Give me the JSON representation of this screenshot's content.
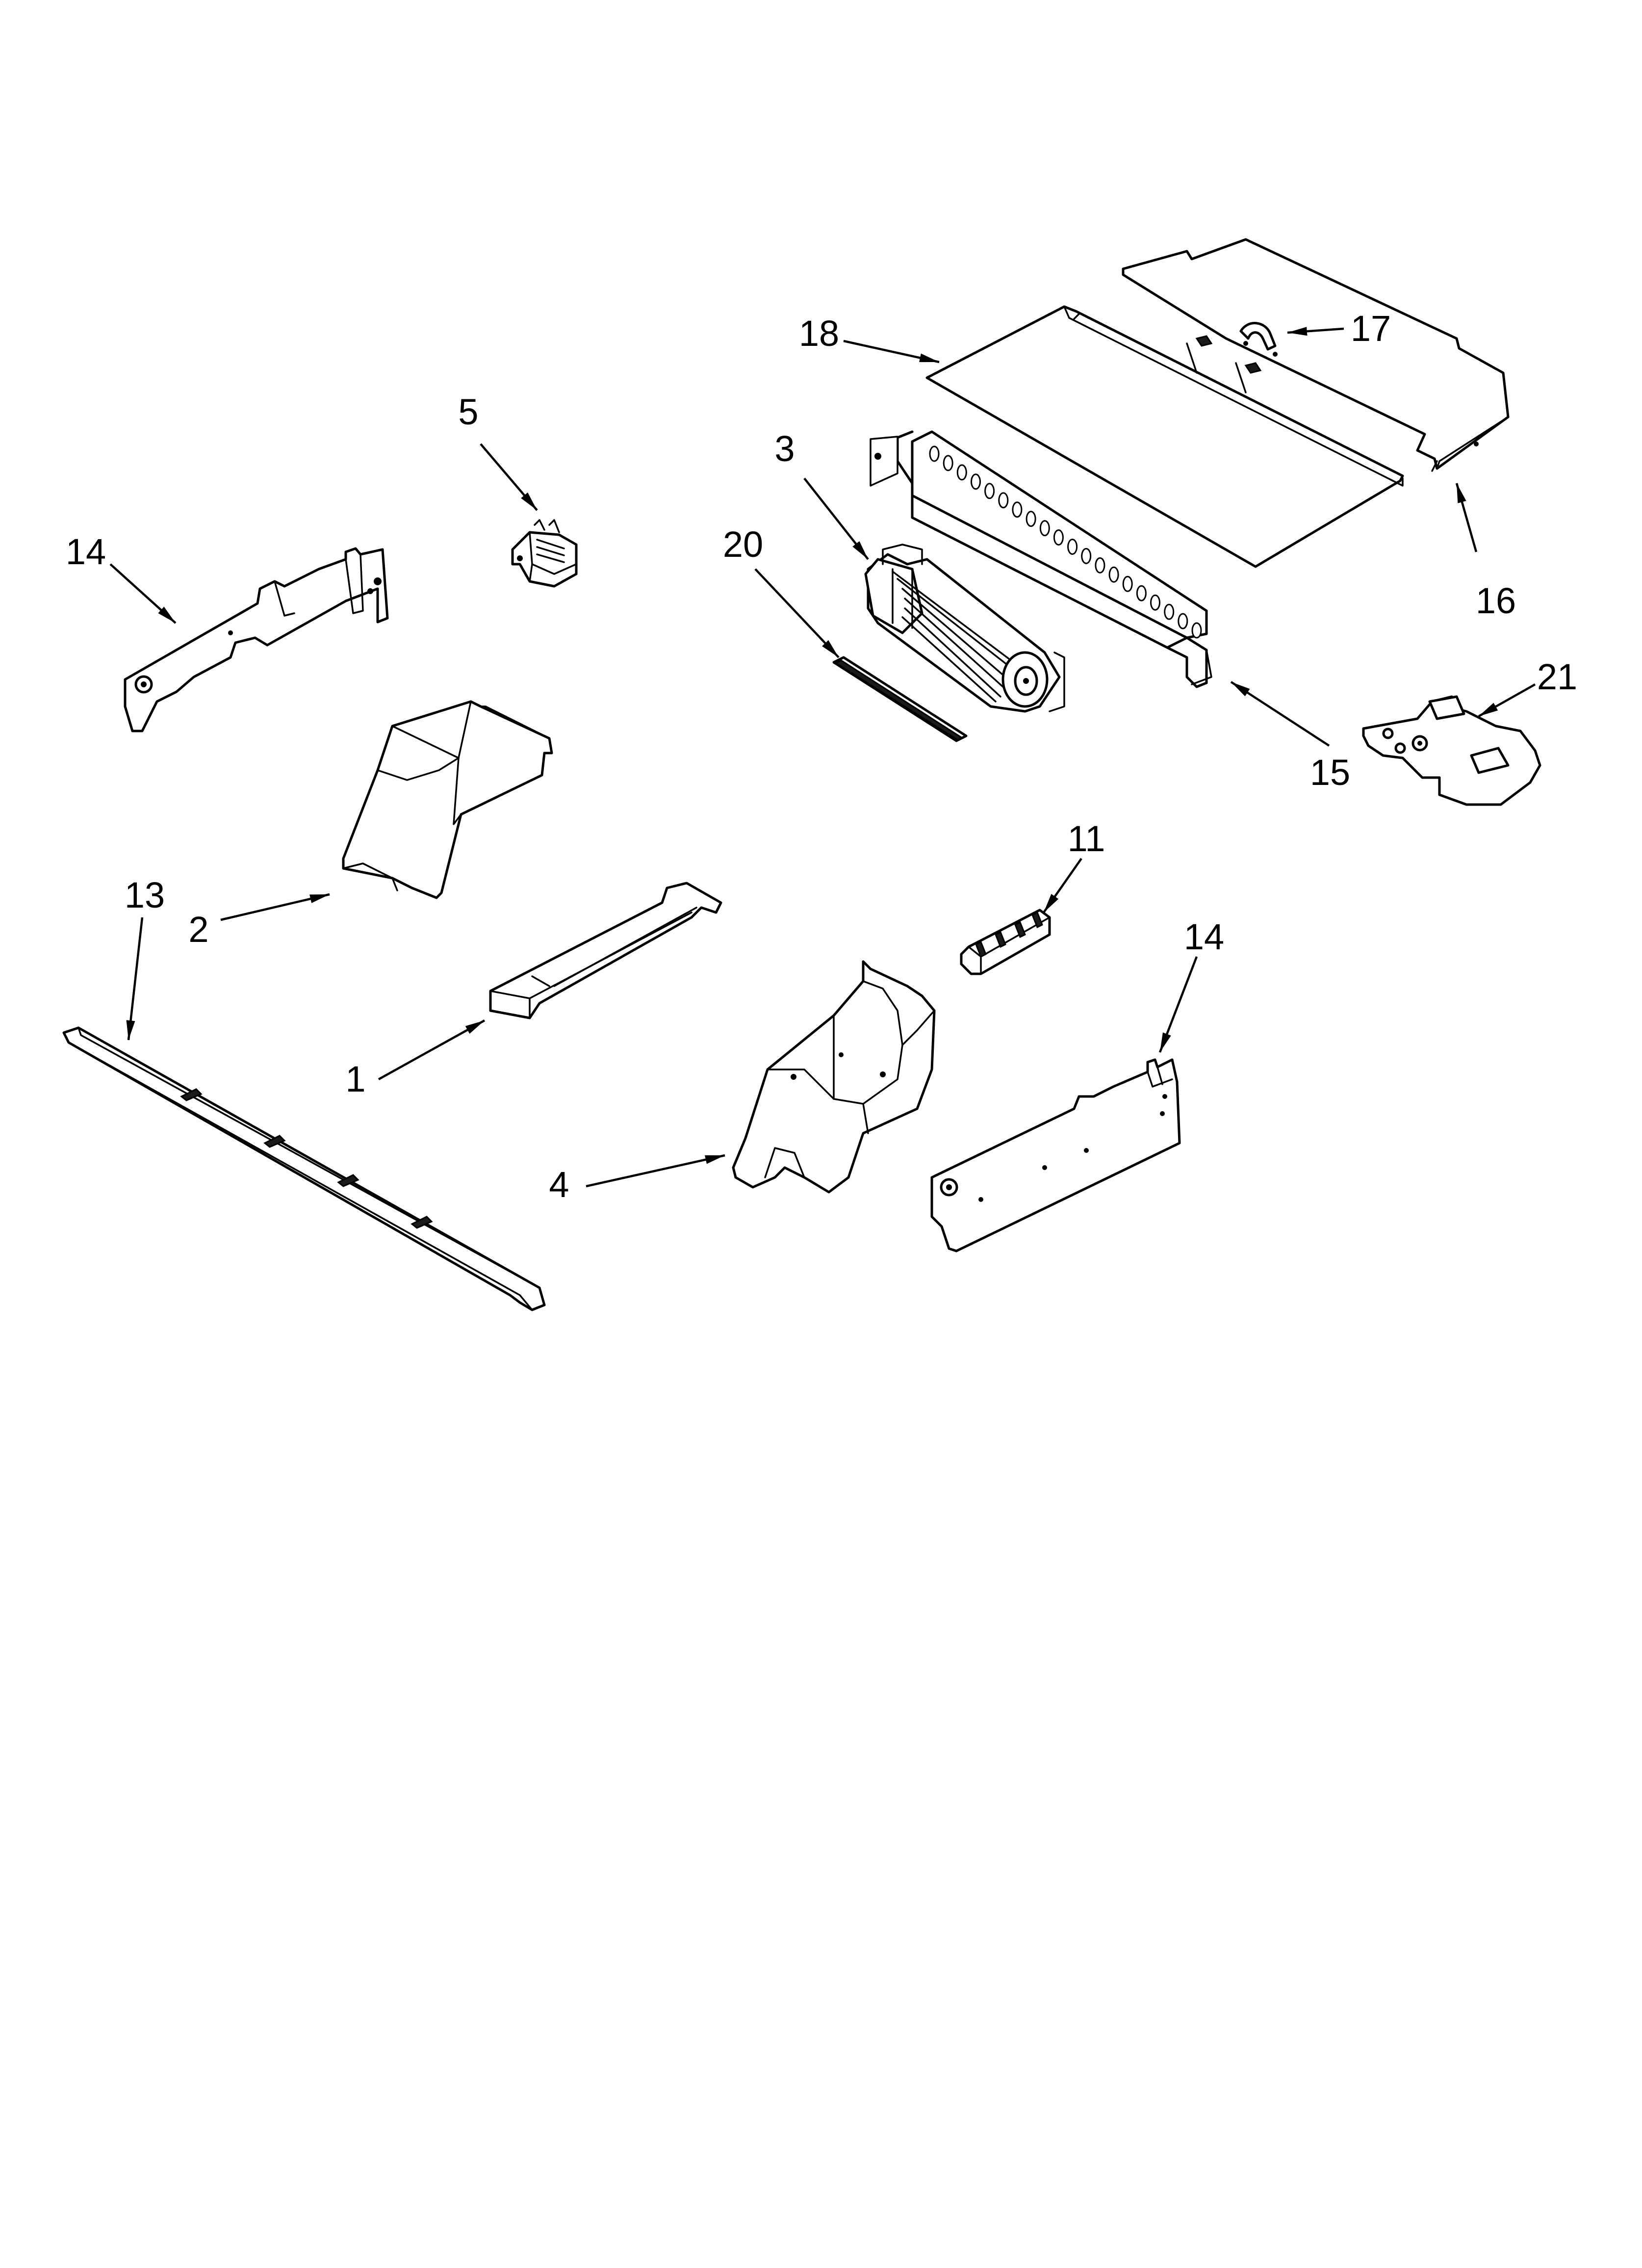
{
  "diagram": {
    "callouts": [
      {
        "id": "1",
        "text": "1"
      },
      {
        "id": "2",
        "text": "2"
      },
      {
        "id": "3",
        "text": "3"
      },
      {
        "id": "4",
        "text": "4"
      },
      {
        "id": "5",
        "text": "5"
      },
      {
        "id": "11",
        "text": "11"
      },
      {
        "id": "13",
        "text": "13"
      },
      {
        "id": "14a",
        "text": "14"
      },
      {
        "id": "14b",
        "text": "14"
      },
      {
        "id": "15",
        "text": "15"
      },
      {
        "id": "16",
        "text": "16"
      },
      {
        "id": "17",
        "text": "17"
      },
      {
        "id": "18",
        "text": "18"
      },
      {
        "id": "20",
        "text": "20"
      },
      {
        "id": "21",
        "text": "21"
      }
    ]
  }
}
